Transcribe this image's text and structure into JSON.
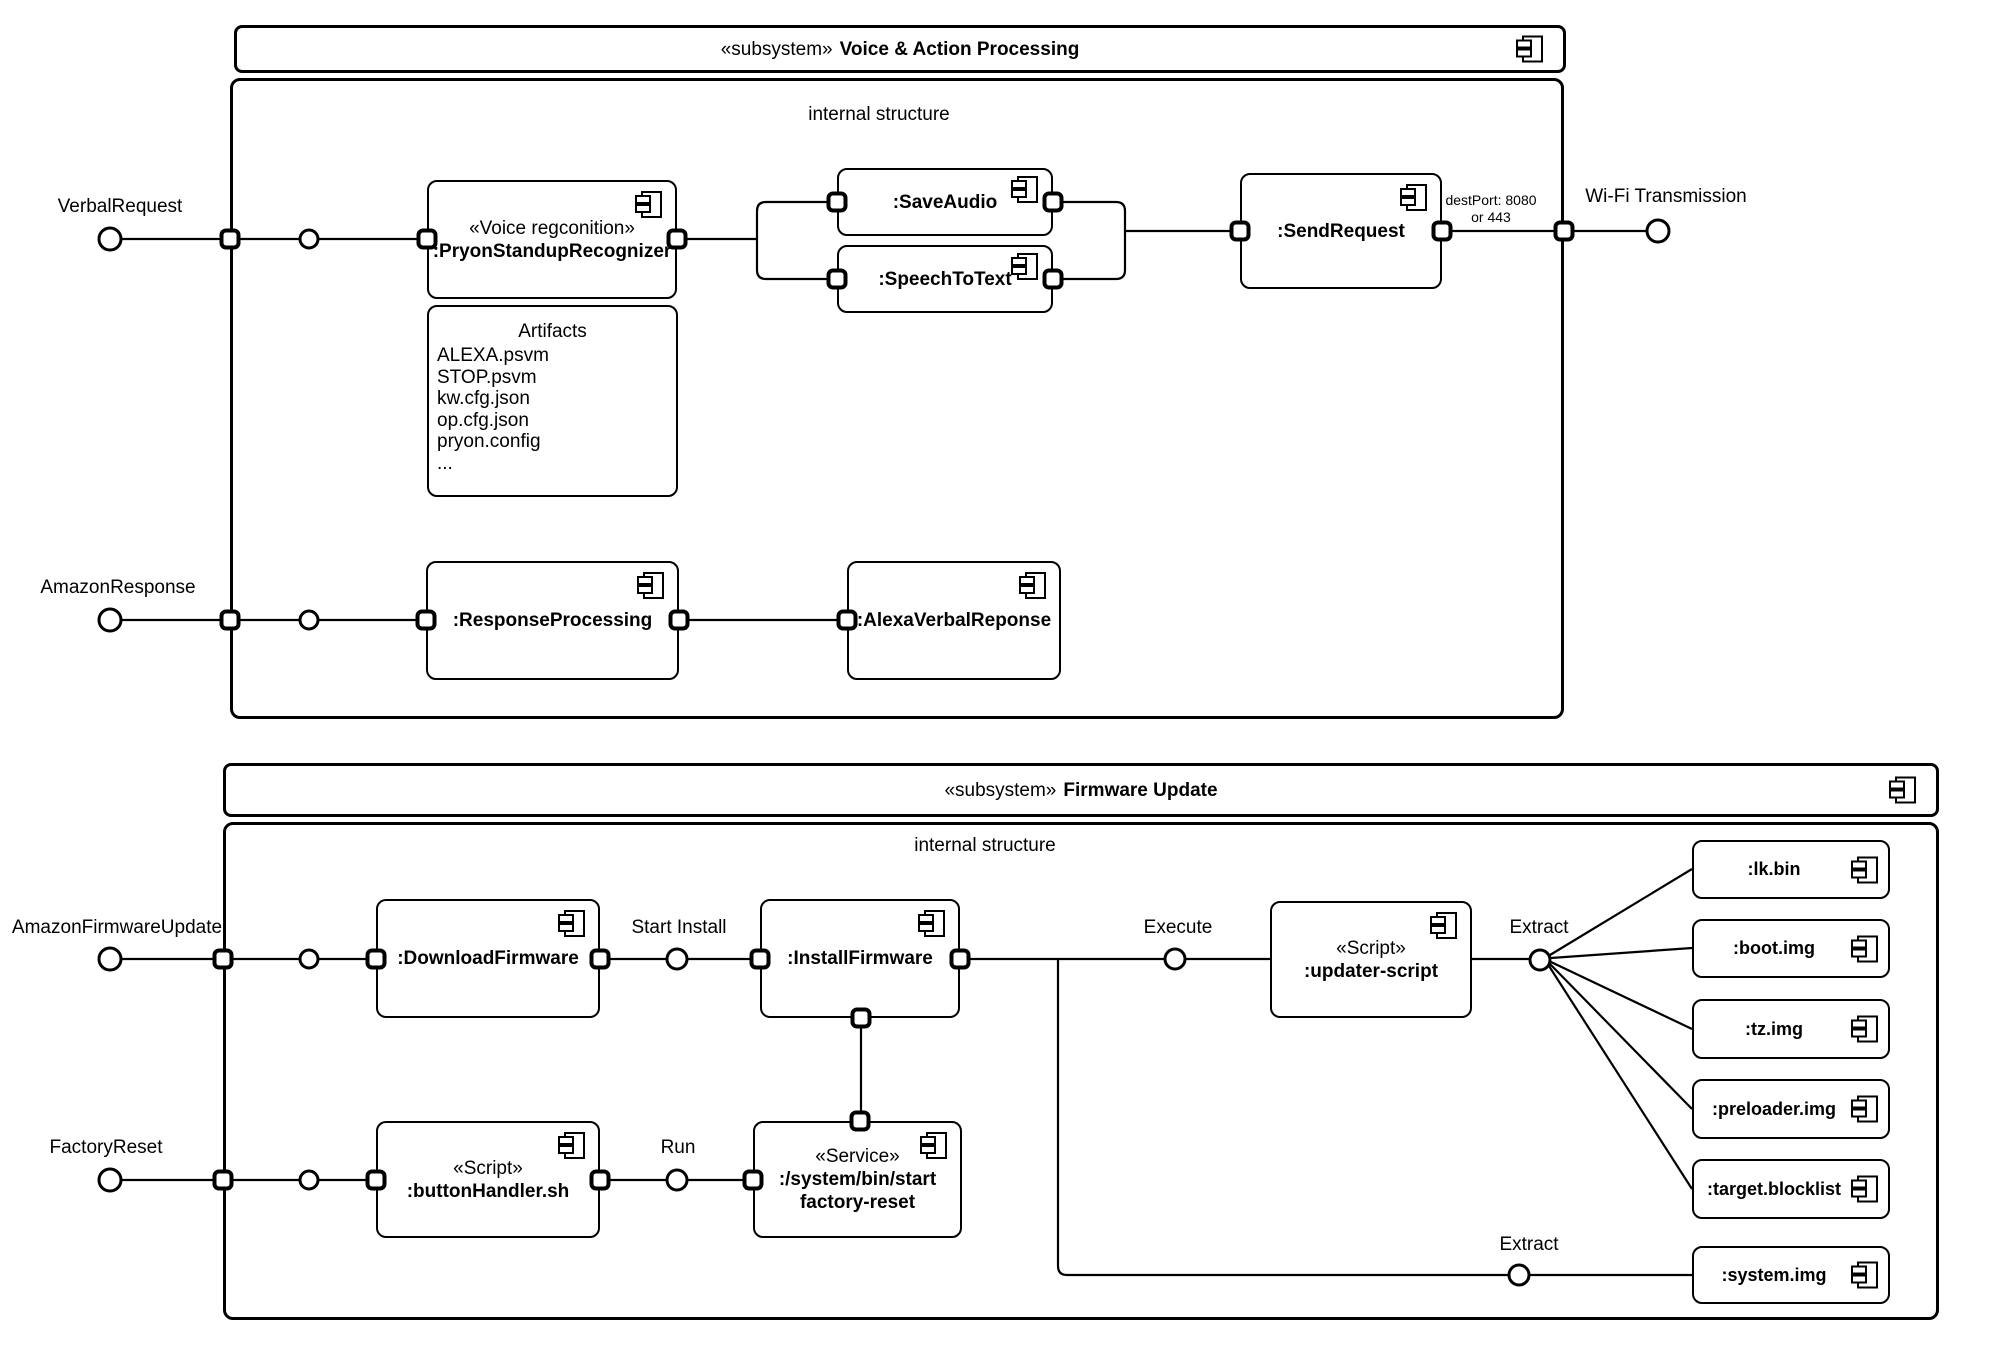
{
  "icons": {
    "component_icon": "uml-component-glyph"
  },
  "voice": {
    "stereotype": "«subsystem»",
    "name": "Voice & Action Processing",
    "internal_structure": "internal structure",
    "interfaces": {
      "verbal_request": "VerbalRequest",
      "wifi_transmission": "Wi-Fi Transmission",
      "amazon_response": "AmazonResponse"
    },
    "annotations": {
      "dest_port_line1": "destPort: 8080",
      "dest_port_line2": "or 443"
    },
    "components": {
      "pryon": {
        "stereotype": "«Voice regconition»",
        "name": ":PryonStandupRecognizer"
      },
      "artifacts": {
        "title": "Artifacts",
        "items": [
          "ALEXA.psvm",
          "STOP.psvm",
          "kw.cfg.json",
          "op.cfg.json",
          "pryon.config",
          "..."
        ]
      },
      "save_audio": {
        "name": ":SaveAudio"
      },
      "speech_to_text": {
        "name": ":SpeechToText"
      },
      "send_request": {
        "name": ":SendRequest"
      },
      "response_processing": {
        "name": ":ResponseProcessing"
      },
      "alexa_verbal_response": {
        "name": ":AlexaVerbalReponse"
      }
    }
  },
  "firmware": {
    "stereotype": "«subsystem»",
    "name": "Firmware Update",
    "internal_structure": "internal structure",
    "interfaces": {
      "amazon_firmware_update": "AmazonFirmwareUpdate",
      "factory_reset": "FactoryReset"
    },
    "labels": {
      "start_install": "Start Install",
      "execute": "Execute",
      "extract": "Extract",
      "extract_bottom": "Extract",
      "run": "Run"
    },
    "components": {
      "download_firmware": {
        "name": ":DownloadFirmware"
      },
      "install_firmware": {
        "name": ":InstallFirmware"
      },
      "updater_script": {
        "stereotype": "«Script»",
        "name": ":updater-script"
      },
      "button_handler": {
        "stereotype": "«Script»",
        "name": ":buttonHandler.sh"
      },
      "factory_reset_service": {
        "stereotype": "«Service»",
        "name_line1": ":/system/bin/start",
        "name_line2": "factory-reset"
      },
      "lk_bin": {
        "name": ":lk.bin"
      },
      "boot_img": {
        "name": ":boot.img"
      },
      "tz_img": {
        "name": ":tz.img"
      },
      "preloader_img": {
        "name": ":preloader.img"
      },
      "target_blocklist": {
        "name": ":target.blocklist"
      },
      "system_img": {
        "name": ":system.img"
      }
    }
  }
}
